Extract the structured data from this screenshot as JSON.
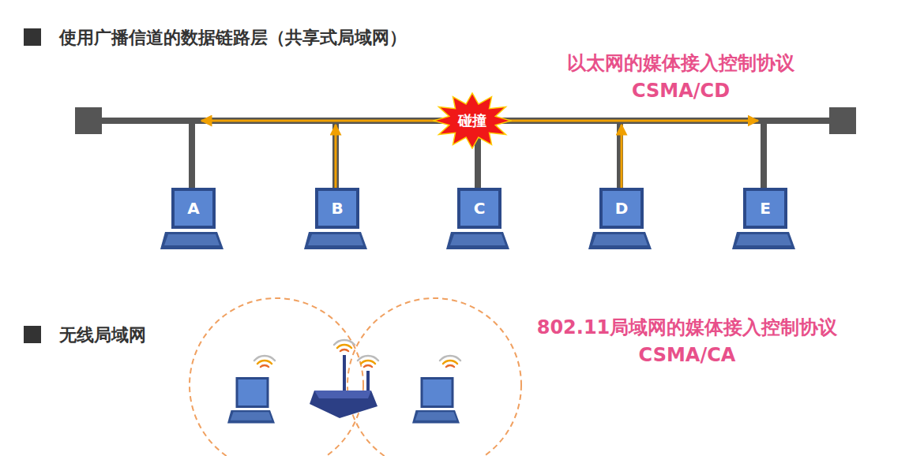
{
  "diagram": {
    "nodes": [
      {
        "text": [
          "A"
        ]
      },
      {
        "text": [
          "B"
        ]
      },
      {
        "text": [
          "C"
        ]
      },
      {
        "text": [
          "D"
        ]
      },
      {
        "text": [
          "E"
        ]
      },
      {
        "text": [
          "碰撞"
        ]
      }
    ],
    "labels": [
      "使用广播信道的数据链路层（共享式局域网）",
      "以太网的媒体接入控制协议",
      "CSMA/CD",
      "无线局域网",
      "802.11局域网的媒体接入控制协议",
      "CSMA/CA"
    ]
  }
}
